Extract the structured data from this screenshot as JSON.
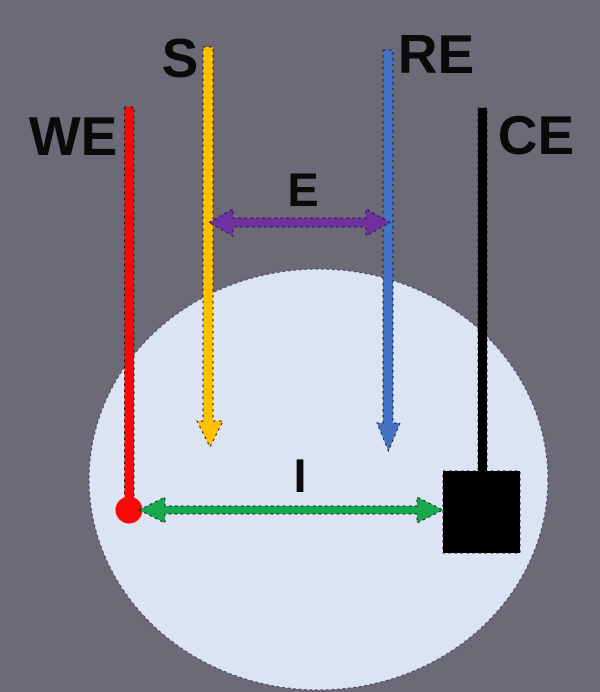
{
  "canvas": {
    "background_color": "#6C6A76",
    "solution_fill": "#DCE4F3",
    "solution_outline": "#4e4668"
  },
  "electrodes": {
    "we": {
      "label": "WE",
      "color": "#FB0806"
    },
    "s": {
      "label": "S",
      "color": "#FFC000"
    },
    "re": {
      "label": "RE",
      "color": "#4472C4"
    },
    "ce": {
      "label": "CE",
      "color": "#000000"
    }
  },
  "arrows": {
    "potential": {
      "label": "E",
      "color": "#7030A0"
    },
    "current": {
      "label": "I",
      "color": "#17A94E"
    }
  }
}
